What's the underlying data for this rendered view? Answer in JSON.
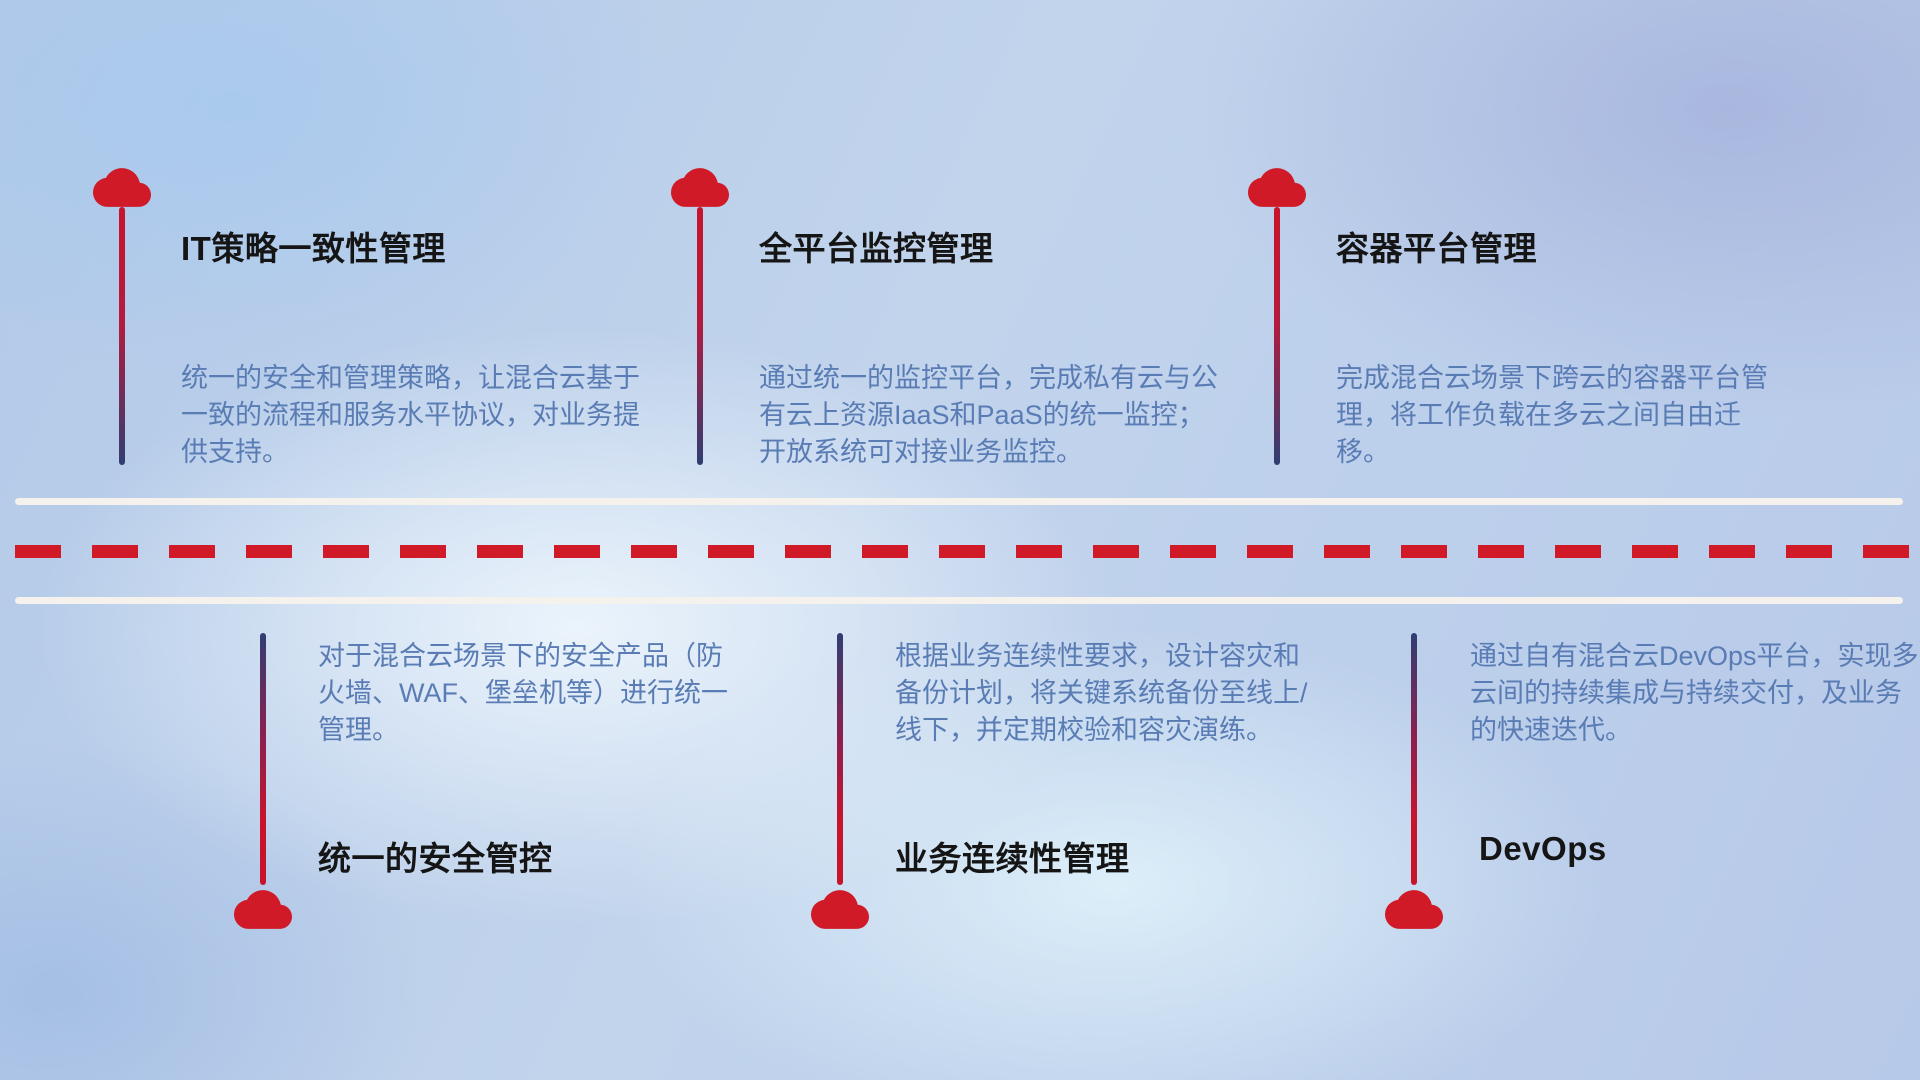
{
  "diagram": {
    "name": "hybrid-cloud-capabilities-timeline",
    "colors": {
      "accent_red": "#d01a28",
      "stem_navy": "#303e72",
      "title_text": "#151515",
      "description_text": "#5a7cb4",
      "road_white": "#f5f2ee"
    },
    "top_items": [
      {
        "icon": "cloud-icon",
        "title": "IT策略一致性管理",
        "description": "统一的安全和管理策略，让混合云基于一致的流程和服务水平协议，对业务提供支持。"
      },
      {
        "icon": "cloud-icon",
        "title": "全平台监控管理",
        "description": "通过统一的监控平台，完成私有云与公有云上资源IaaS和PaaS的统一监控；开放系统可对接业务监控。"
      },
      {
        "icon": "cloud-icon",
        "title": "容器平台管理",
        "description": "完成混合云场景下跨云的容器平台管理，将工作负载在多云之间自由迁移。"
      }
    ],
    "bottom_items": [
      {
        "icon": "cloud-icon",
        "title": "统一的安全管控",
        "description": "对于混合云场景下的安全产品（防火墙、WAF、堡垒机等）进行统一管理。"
      },
      {
        "icon": "cloud-icon",
        "title": "业务连续性管理",
        "description": "根据业务连续性要求，设计容灾和备份计划，将关键系统备份至线上/线下，并定期校验和容灾演练。"
      },
      {
        "icon": "cloud-icon",
        "title": "DevOps",
        "description": "通过自有混合云DevOps平台，实现多云间的持续集成与持续交付，及业务的快速迭代。"
      }
    ]
  }
}
